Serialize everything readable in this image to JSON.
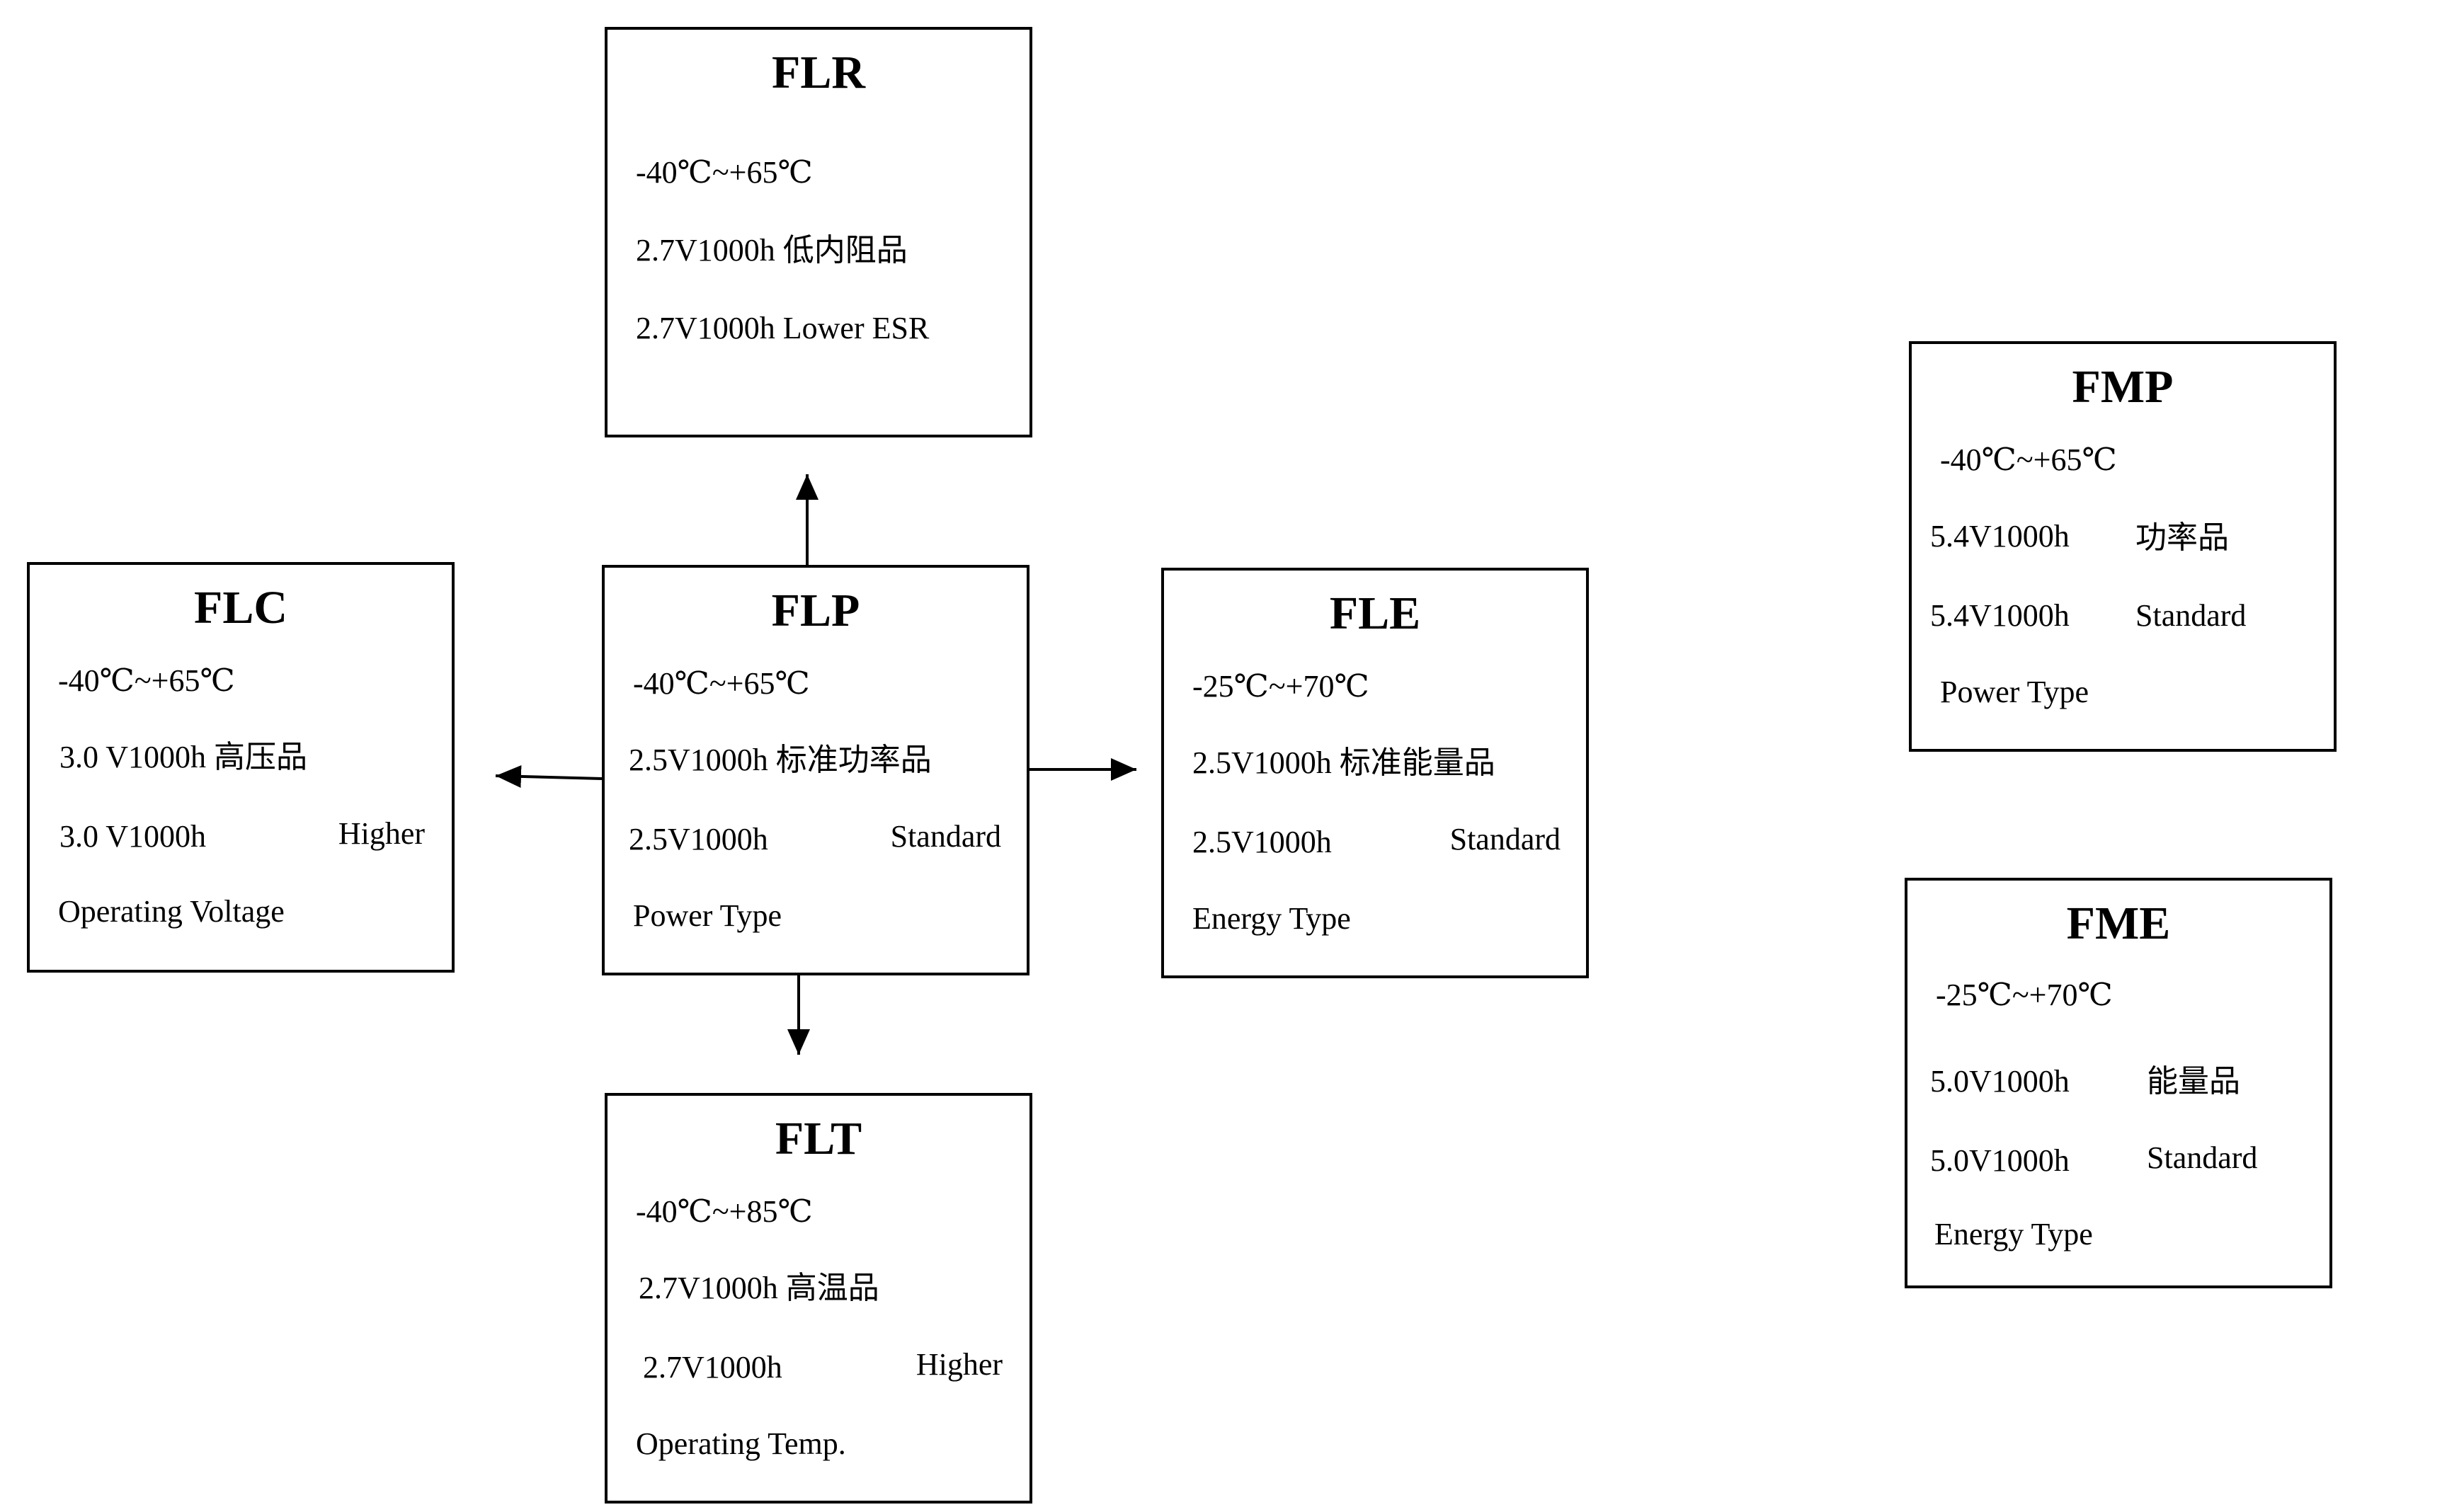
{
  "boxes": {
    "flr": {
      "title": "FLR",
      "lines": [
        "-40℃~+65℃",
        "2.7V1000h 低内阻品",
        "2.7V1000h Lower ESR"
      ]
    },
    "flc": {
      "title": "FLC",
      "lines": [
        "-40℃~+65℃",
        "3.0 V1000h 高压品",
        "3.0 V1000h",
        "Higher",
        "Operating Voltage"
      ]
    },
    "flp": {
      "title": "FLP",
      "lines": [
        "-40℃~+65℃",
        "2.5V1000h 标准功率品",
        "2.5V1000h",
        "Standard",
        "Power Type"
      ]
    },
    "fle": {
      "title": "FLE",
      "lines": [
        "-25℃~+70℃",
        "2.5V1000h 标准能量品",
        "2.5V1000h",
        "Standard",
        "Energy Type"
      ]
    },
    "flt": {
      "title": "FLT",
      "lines": [
        "-40℃~+85℃",
        "2.7V1000h 高温品",
        "2.7V1000h",
        "Higher",
        "Operating Temp."
      ]
    },
    "fmp": {
      "title": "FMP",
      "lines": [
        "-40℃~+65℃",
        "5.4V1000h",
        "功率品",
        "5.4V1000h",
        "Standard",
        "Power Type"
      ]
    },
    "fme": {
      "title": "FME",
      "lines": [
        "-25℃~+70℃",
        "5.0V1000h",
        "能量品",
        "5.0V1000h",
        "Standard",
        "Energy Type"
      ]
    }
  }
}
